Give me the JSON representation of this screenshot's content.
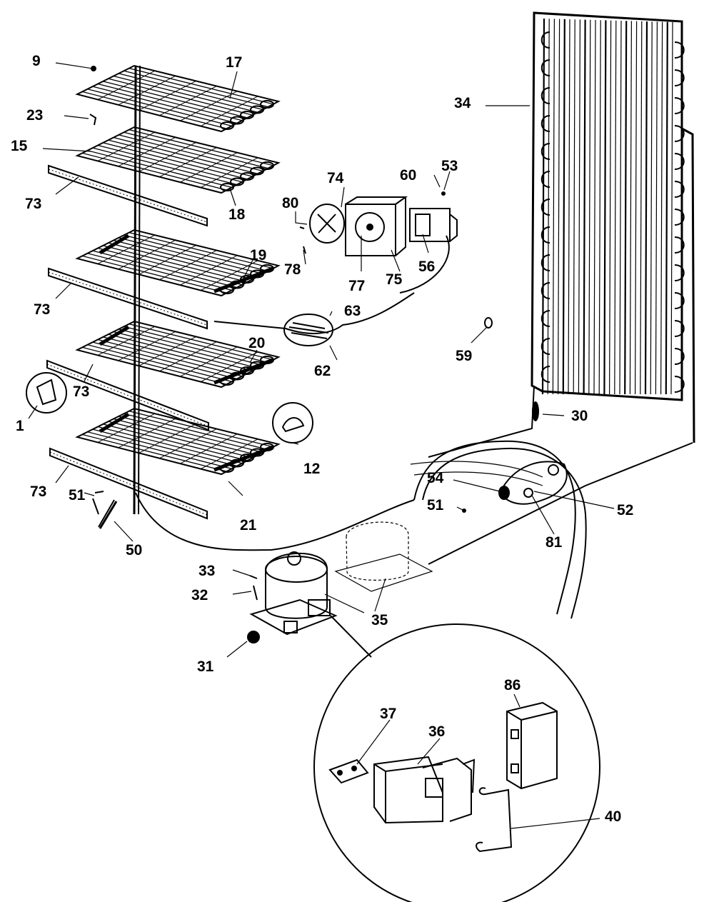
{
  "diagram": {
    "labels": {
      "p1": "1",
      "p9": "9",
      "p12": "12",
      "p15": "15",
      "p17": "17",
      "p18": "18",
      "p19": "19",
      "p20": "20",
      "p21": "21",
      "p23": "23",
      "p30": "30",
      "p31": "31",
      "p32": "32",
      "p33": "33",
      "p34": "34",
      "p35": "35",
      "p36": "36",
      "p37": "37",
      "p40": "40",
      "p50": "50",
      "p51a": "51",
      "p51b": "51",
      "p52": "52",
      "p53": "53",
      "p54": "54",
      "p56": "56",
      "p59": "59",
      "p60": "60",
      "p62": "62",
      "p63": "63",
      "p73a": "73",
      "p73b": "73",
      "p73c": "73",
      "p73d": "73",
      "p74": "74",
      "p75": "75",
      "p77": "77",
      "p78": "78",
      "p80": "80",
      "p81": "81",
      "p86": "86"
    }
  }
}
